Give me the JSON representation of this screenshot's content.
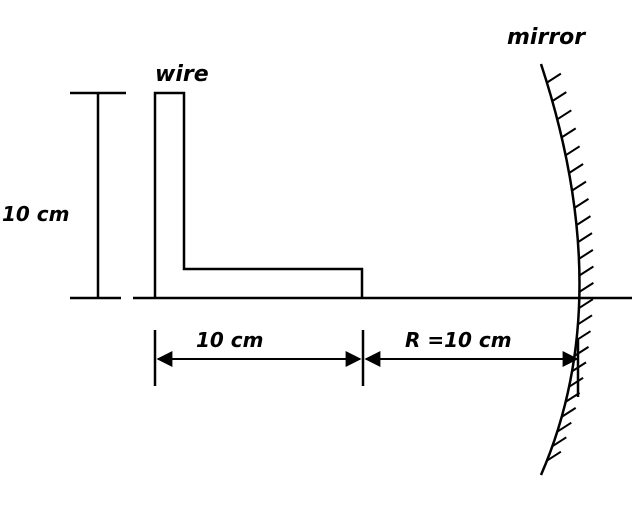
{
  "labels": {
    "mirror": "mirror",
    "wire": "wire",
    "height": "10 cm",
    "width": "10 cm",
    "radius": "R =10 cm"
  },
  "colors": {
    "ink": "#000000",
    "background": "#ffffff"
  }
}
